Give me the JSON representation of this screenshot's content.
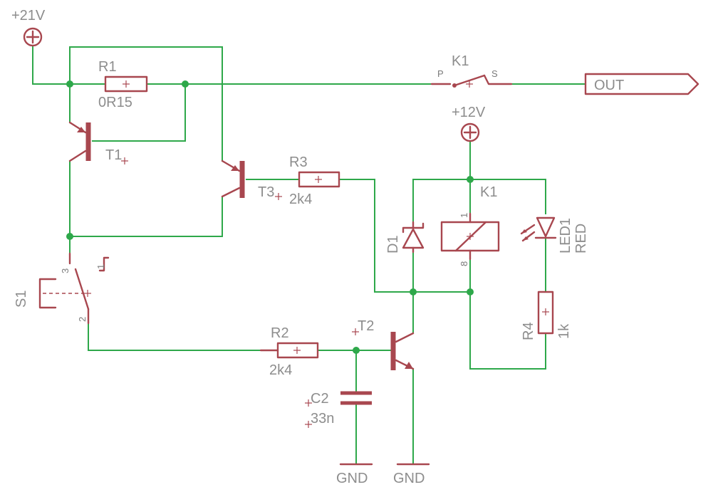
{
  "rails": {
    "v21": "+21V",
    "v12": "+12V",
    "gnd1": "GND",
    "gnd2": "GND",
    "out": "OUT"
  },
  "components": {
    "r1": {
      "name": "R1",
      "value": "0R15"
    },
    "r2": {
      "name": "R2",
      "value": "2k4"
    },
    "r3": {
      "name": "R3",
      "value": "2k4"
    },
    "r4": {
      "name": "R4",
      "value": "1k"
    },
    "c2": {
      "name": "C2",
      "value": "33n"
    },
    "t1": {
      "name": "T1"
    },
    "t2": {
      "name": "T2"
    },
    "t3": {
      "name": "T3"
    },
    "d1": {
      "name": "D1"
    },
    "led1": {
      "name": "LED1",
      "value": "RED"
    },
    "k1_coil": {
      "name": "K1",
      "pin_top": "1",
      "pin_bottom": "8"
    },
    "k1_contact": {
      "name": "K1",
      "pin_p": "P",
      "pin_s": "S"
    },
    "s1": {
      "name": "S1",
      "pin_3": "3",
      "pin_1": "1",
      "pin_2": "2"
    }
  },
  "colors": {
    "wire": "#2ea84a",
    "symbol": "#a8474f",
    "label": "#8d8d8d",
    "background": "#ffffff"
  }
}
